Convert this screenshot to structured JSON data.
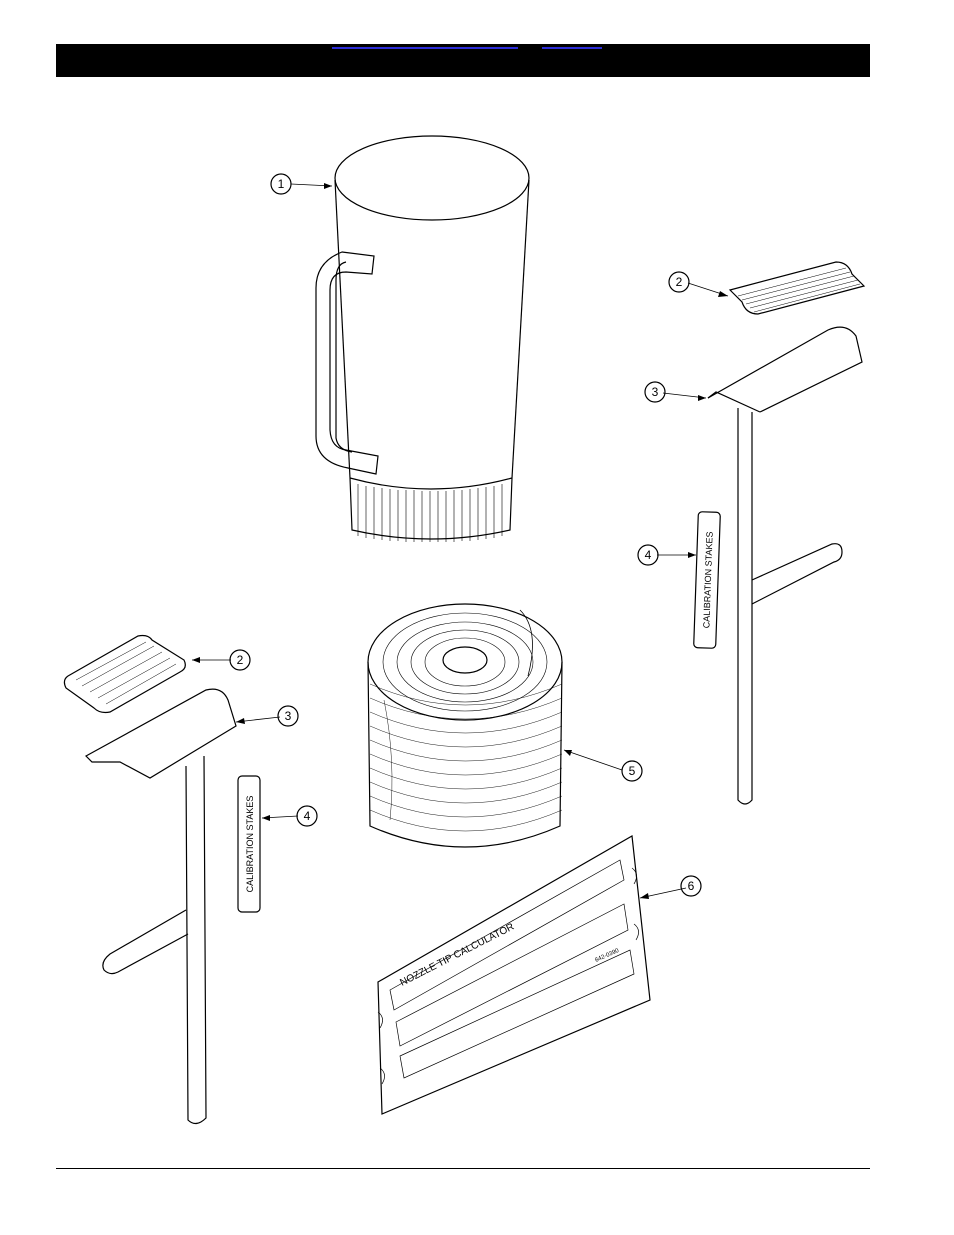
{
  "header": {
    "link_1": "",
    "link_2": ""
  },
  "callouts": [
    "1",
    "2",
    "3",
    "4",
    "5",
    "6",
    "2",
    "3",
    "4"
  ],
  "decal_text": "CALIBRATION STAKES",
  "calculator": {
    "title": "NOZZLE TIP CALCULATOR",
    "part_number": "642-0390"
  },
  "colors": {
    "ink": "#000000",
    "link": "#2b2bd6",
    "paper": "#ffffff"
  }
}
